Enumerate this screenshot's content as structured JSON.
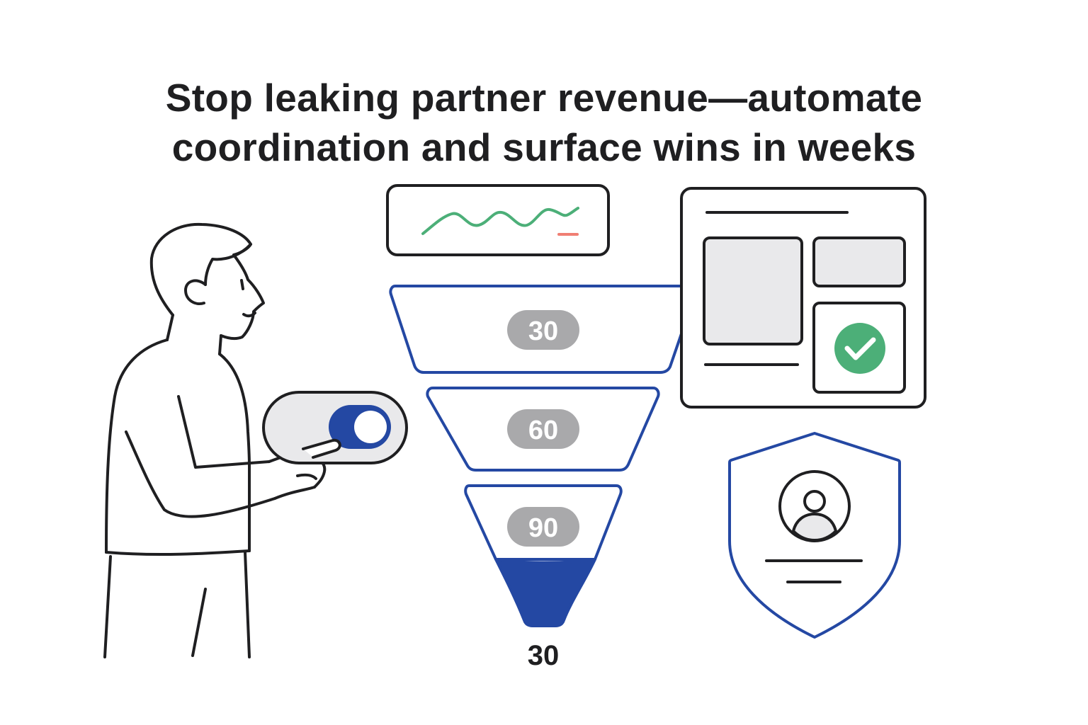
{
  "headline": {
    "line1": "Stop leaking partner revenue—automate",
    "line2": "coordination and surface wins in weeks"
  },
  "funnel": {
    "stages": [
      {
        "label": "30"
      },
      {
        "label": "60"
      },
      {
        "label": "90"
      }
    ],
    "output_label": "30"
  },
  "toggle": {
    "state": "on"
  },
  "icons": {
    "sparkline_card": "trend-chart-icon",
    "layout_window": "dashboard-window-icon",
    "approval": "check-circle-icon",
    "security": "shield-user-icon",
    "person": "person-illustration"
  },
  "colors": {
    "ink": "#1f1f21",
    "accent_blue": "#2448a3",
    "success_green": "#4caf78",
    "alert_red": "#f07e73",
    "badge_gray": "#a9a9ab",
    "panel_gray": "#e9e9eb"
  }
}
